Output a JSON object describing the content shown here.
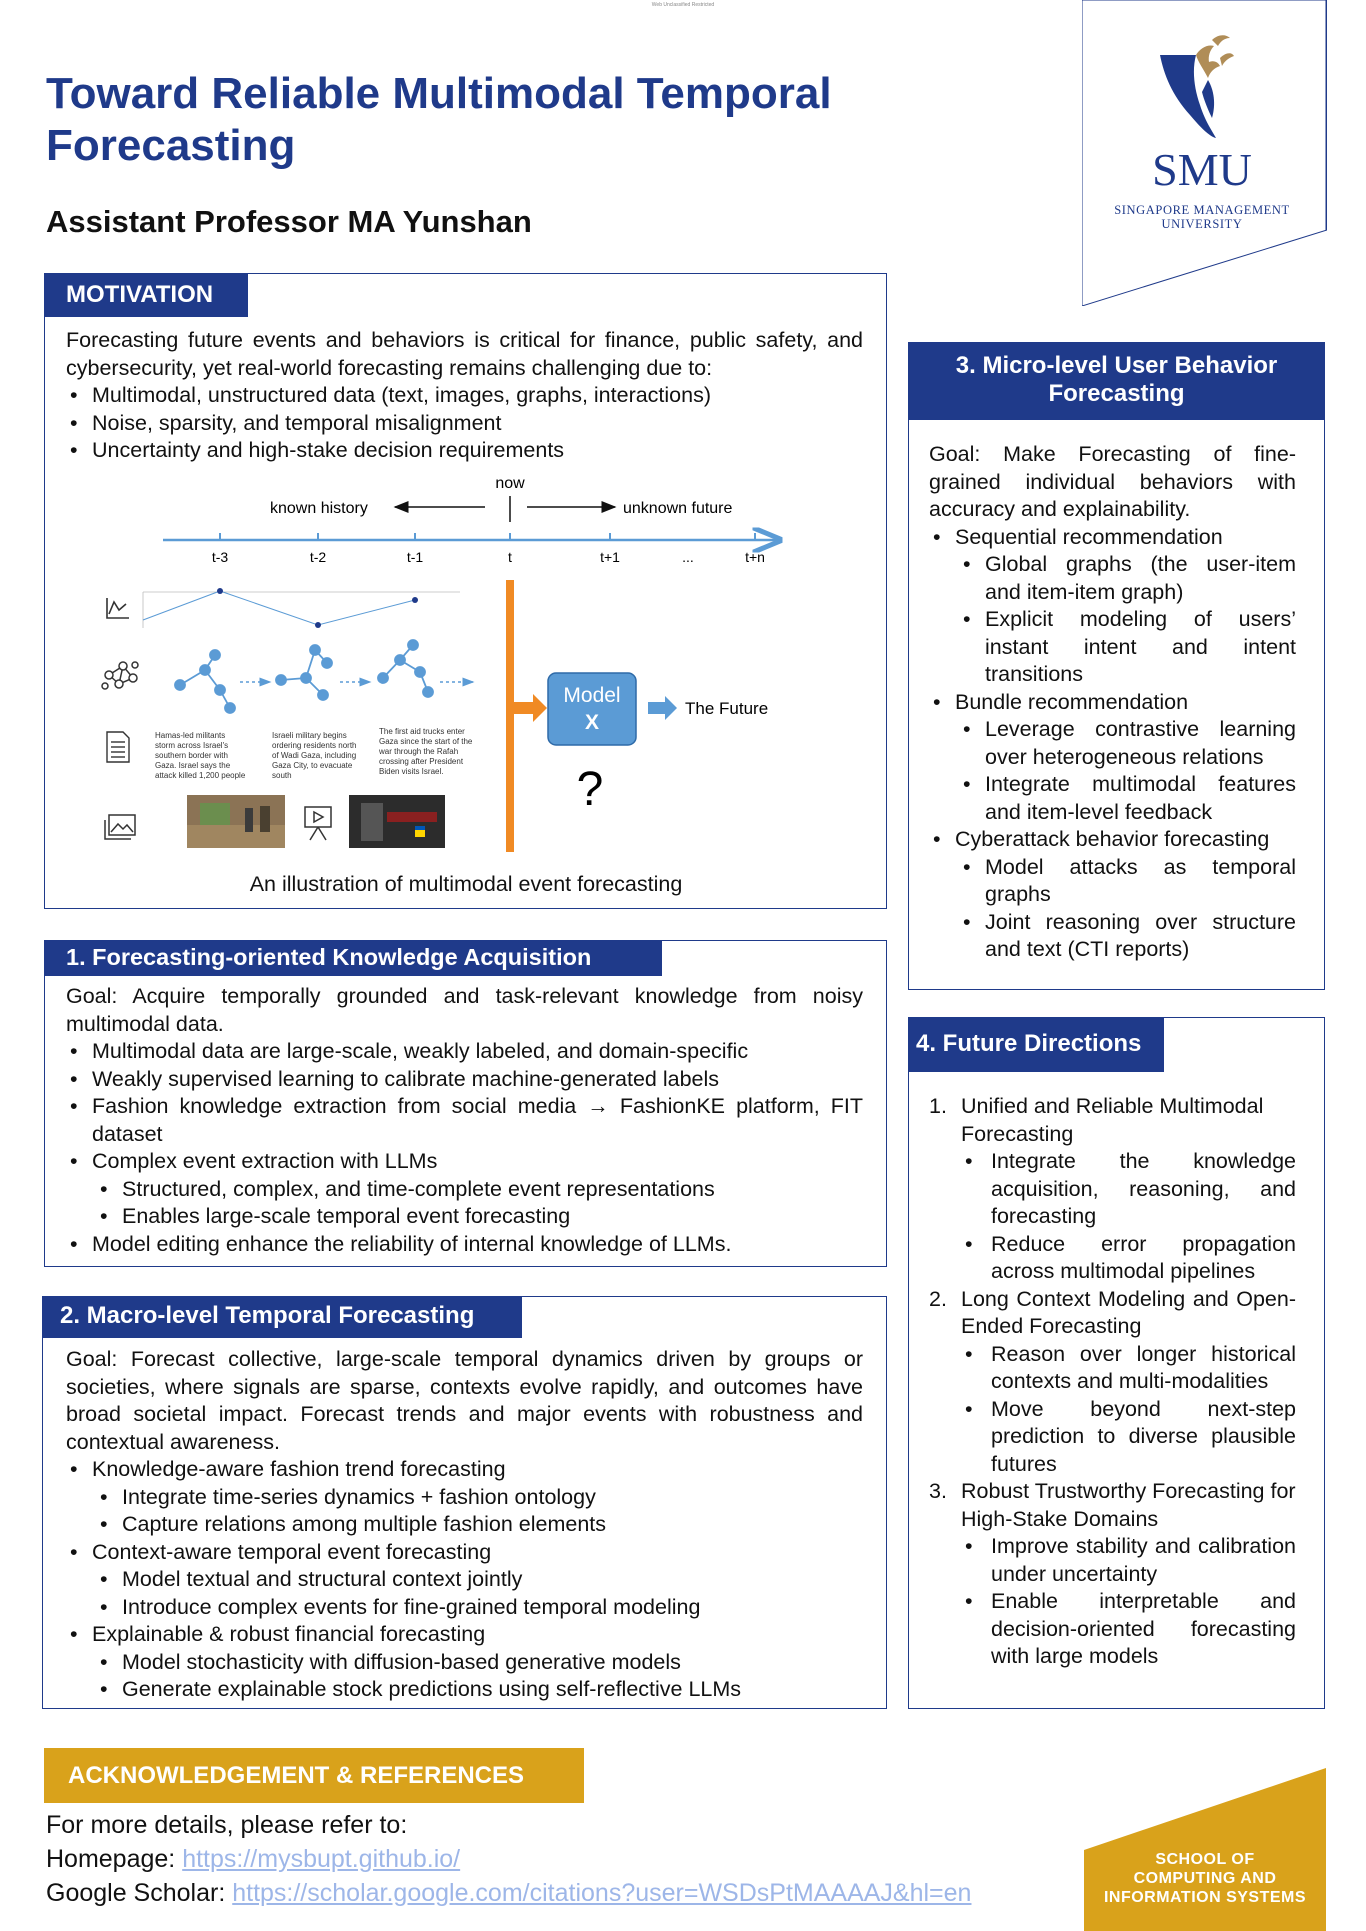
{
  "header": {
    "tiny_label": "Web Unclassified Restricted",
    "title": "Toward Reliable Multimodal Temporal Forecasting",
    "author": "Assistant Professor MA Yunshan"
  },
  "logo": {
    "name": "SMU",
    "line1": "SINGAPORE MANAGEMENT",
    "line2": "UNIVERSITY"
  },
  "motivation": {
    "heading": "MOTIVATION",
    "intro": "Forecasting future events and behaviors is critical for finance, public safety, and cybersecurity, yet real-world forecasting remains challenging due to:",
    "bullets": [
      "Multimodal, unstructured data (text, images, graphs, interactions)",
      "Noise, sparsity, and temporal misalignment",
      "Uncertainty and high-stake decision requirements"
    ],
    "diagram": {
      "now": "now",
      "known_history": "known history",
      "unknown_future": "unknown future",
      "ticks": [
        "t-3",
        "t-2",
        "t-1",
        "t",
        "t+1",
        "...",
        "t+n"
      ],
      "model_line1": "Model",
      "model_line2": "X",
      "the_future": "The Future",
      "question": "?",
      "news1": [
        "Hamas-led militants",
        "storm across Israel's",
        "southern border with",
        "Gaza. Israel says the",
        "attack killed 1,200 people"
      ],
      "news2": [
        "Israeli military begins",
        "ordering residents north",
        "of Wadi Gaza, including",
        "Gaza City, to evacuate",
        "south"
      ],
      "news3": [
        "The first aid trucks enter",
        "Gaza since the start of the",
        "war through the Rafah",
        "crossing after President",
        "Biden visits Israel."
      ]
    },
    "caption": "An illustration of multimodal event forecasting"
  },
  "section1": {
    "heading": "1. Forecasting-oriented Knowledge Acquisition",
    "goal": "Goal: Acquire temporally grounded and task-relevant knowledge from noisy multimodal data.",
    "items": [
      {
        "level": 1,
        "text": "Multimodal data are large-scale, weakly labeled, and domain-specific"
      },
      {
        "level": 1,
        "text": "Weakly supervised learning to calibrate machine-generated labels"
      },
      {
        "level": 1,
        "text": "Fashion knowledge extraction from social media → FashionKE platform, FIT dataset"
      },
      {
        "level": 1,
        "text": "Complex event extraction with LLMs"
      },
      {
        "level": 2,
        "text": "Structured, complex, and time-complete event representations"
      },
      {
        "level": 2,
        "text": "Enables large-scale temporal event forecasting"
      },
      {
        "level": 1,
        "text": "Model editing enhance the reliability of internal knowledge of LLMs."
      }
    ]
  },
  "section2": {
    "heading": "2. Macro-level Temporal Forecasting",
    "goal": "Goal: Forecast collective, large-scale temporal dynamics driven by groups or societies, where signals are sparse, contexts evolve rapidly, and outcomes have broad societal impact. Forecast trends and major events with robustness and contextual awareness.",
    "items": [
      {
        "level": 1,
        "text": "Knowledge-aware fashion trend forecasting"
      },
      {
        "level": 2,
        "text": "Integrate time-series dynamics + fashion ontology"
      },
      {
        "level": 2,
        "text": "Capture relations among multiple fashion elements"
      },
      {
        "level": 1,
        "text": "Context-aware temporal event forecasting"
      },
      {
        "level": 2,
        "text": "Model textual and structural context jointly"
      },
      {
        "level": 2,
        "text": "Introduce complex events for fine-grained temporal modeling"
      },
      {
        "level": 1,
        "text": "Explainable & robust financial forecasting"
      },
      {
        "level": 2,
        "text": "Model stochasticity with diffusion-based generative models"
      },
      {
        "level": 2,
        "text": "Generate explainable stock predictions using self-reflective LLMs"
      }
    ]
  },
  "section3": {
    "heading_line1": "3. Micro-level User Behavior",
    "heading_line2": "Forecasting",
    "goal": "Goal: Make Forecasting of fine-grained individual behaviors with accuracy and explainability.",
    "items": [
      {
        "level": 1,
        "text": "Sequential recommendation"
      },
      {
        "level": 2,
        "text": "Global graphs (the user-item and item-item graph)"
      },
      {
        "level": 2,
        "text": "Explicit modeling of users’ instant intent and intent transitions"
      },
      {
        "level": 1,
        "text": "Bundle recommendation"
      },
      {
        "level": 2,
        "text": "Leverage contrastive learning over heterogeneous relations"
      },
      {
        "level": 2,
        "text": "Integrate multimodal features and item-level feedback"
      },
      {
        "level": 1,
        "text": "Cyberattack behavior forecasting"
      },
      {
        "level": 2,
        "text": "Model attacks as temporal graphs"
      },
      {
        "level": 2,
        "text": "Joint reasoning over structure and text (CTI reports)"
      }
    ]
  },
  "section4": {
    "heading": "4. Future Directions",
    "items": [
      {
        "level": 1,
        "num": "1.",
        "text": "Unified and Reliable Multimodal Forecasting"
      },
      {
        "level": 2,
        "text": "Integrate the knowledge acquisition, reasoning, and forecasting"
      },
      {
        "level": 2,
        "text": "Reduce error propagation across multimodal pipelines"
      },
      {
        "level": 1,
        "num": "2.",
        "text": "Long Context Modeling and Open-Ended Forecasting"
      },
      {
        "level": 2,
        "text": "Reason over longer historical contexts and multi-modalities"
      },
      {
        "level": 2,
        "text": "Move beyond next-step prediction to diverse plausible futures"
      },
      {
        "level": 1,
        "num": "3.",
        "text": "Robust Trustworthy Forecasting for High-Stake Domains"
      },
      {
        "level": 2,
        "text": "Improve stability and calibration under uncertainty"
      },
      {
        "level": 2,
        "text": "Enable interpretable and decision-oriented forecasting with large models"
      }
    ]
  },
  "ack": {
    "heading": "ACKNOWLEDGEMENT & REFERENCES",
    "line1": "For more details, please refer to:",
    "homepage_label": "Homepage: ",
    "homepage_link": "https://mysbupt.github.io/",
    "scholar_label": "Google Scholar: ",
    "scholar_link": "https://scholar.google.com/citations?user=WSDsPtMAAAAJ&hl=en"
  },
  "school": {
    "line1": "SCHOOL OF",
    "line2": "COMPUTING AND",
    "line3": "INFORMATION SYSTEMS"
  },
  "colors": {
    "navy": "#1f3a8a",
    "gold": "#d9a21b",
    "orange": "#f08a24",
    "timeline_blue": "#5b9bd5",
    "model_box": "#5b9bd5"
  }
}
